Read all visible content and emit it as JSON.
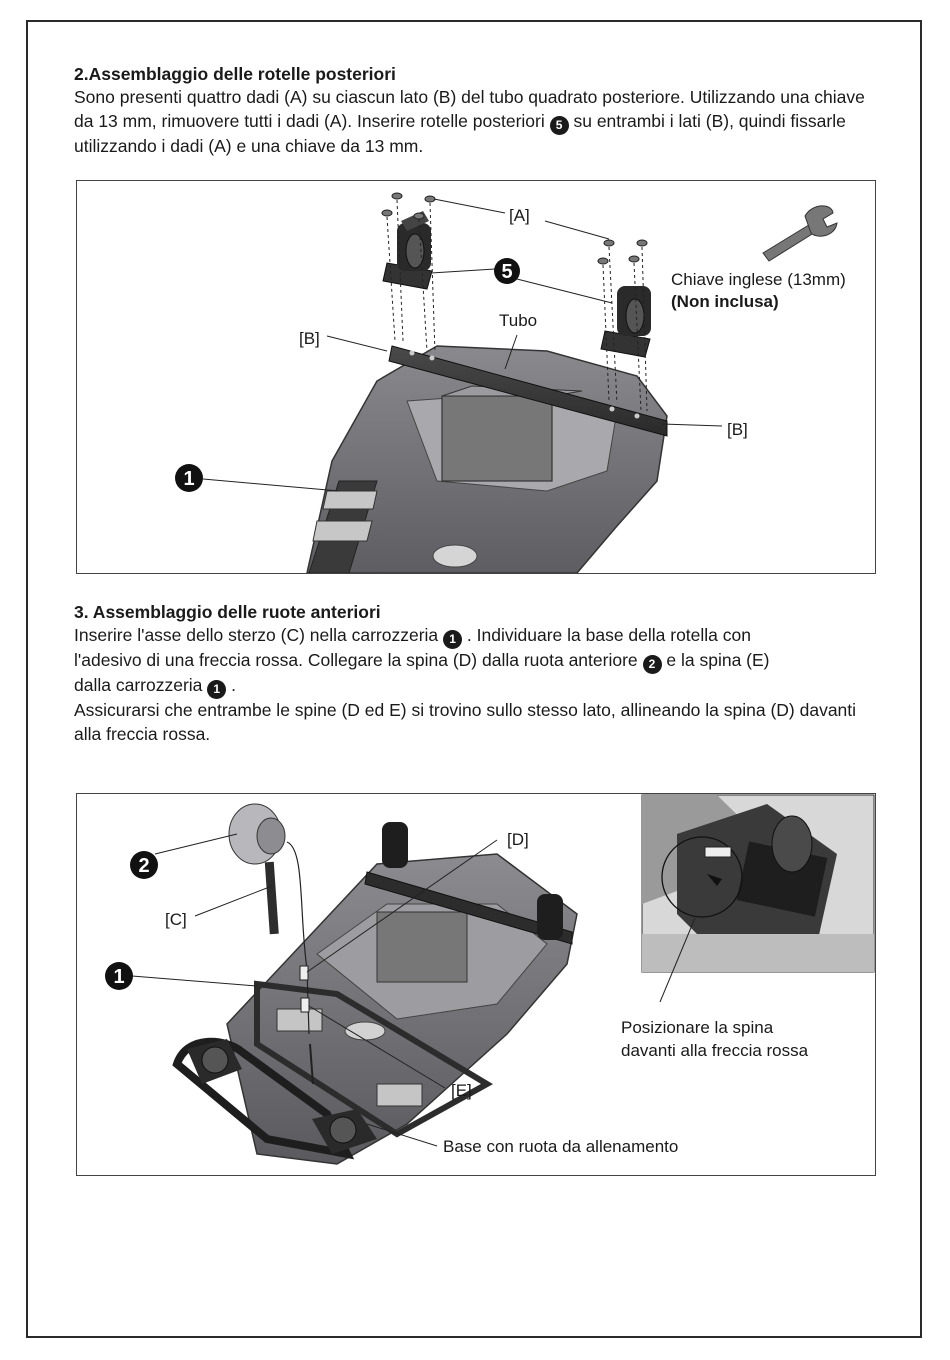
{
  "section2": {
    "title": "2.Assemblaggio delle rotelle posteriori",
    "body_a": "Sono presenti quattro dadi (A) su ciascun lato (B) del tubo quadrato posteriore. Utilizzando una chiave da 13 mm, rimuovere tutti i dadi (A). Inserire rotelle posteriori",
    "badge": "5",
    "body_b": "su entrambi i lati (B), quindi fissarle utilizzando i dadi (A) e una chiave da 13 mm."
  },
  "figure1": {
    "label_a": "[A]",
    "badge_5": "5",
    "wrench_label": "Chiave inglese (13mm)",
    "wrench_note": "(Non inclusa)",
    "tube_label": "Tubo",
    "label_b_left": "[B]",
    "label_b_right": "[B]",
    "badge_1": "1"
  },
  "section3": {
    "title": "3. Assemblaggio delle ruote anteriori",
    "line1_a": "Inserire l'asse dello sterzo (C) nella carrozzeria",
    "line1_badge": "1",
    "line1_b": ". Individuare la base della rotella con",
    "line2_a": "l'adesivo di una freccia rossa. Collegare la spina (D) dalla ruota anteriore",
    "line2_badge": "2",
    "line2_b": "e la spina (E)",
    "line3_a": "dalla carrozzeria",
    "line3_badge": "1",
    "line3_b": ".",
    "line4": "Assicurarsi che entrambe le spine (D ed E) si trovino sullo stesso lato, allineando la spina (D) davanti alla freccia rossa."
  },
  "figure2": {
    "badge_2": "2",
    "label_c": "[C]",
    "badge_1": "1",
    "label_d": "[D]",
    "label_e": "[E]",
    "base_label": "Base con ruota da allenamento",
    "inset_caption_1": "Posizionare la spina",
    "inset_caption_2": "davanti alla freccia rossa"
  }
}
